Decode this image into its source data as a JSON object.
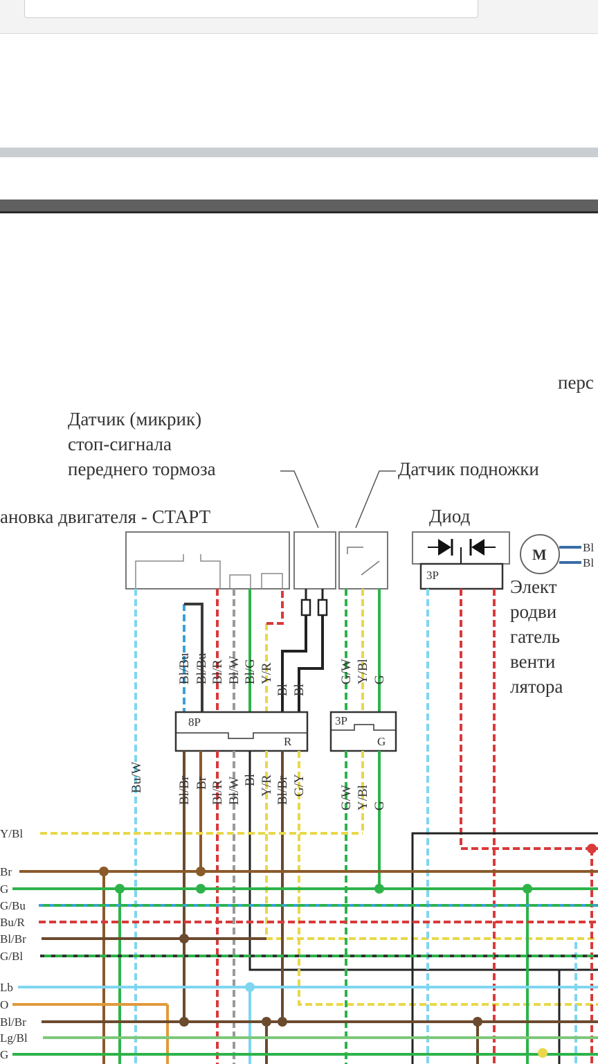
{
  "diagram": {
    "headline_fragment": "перс",
    "brake_sensor": {
      "line1": "Датчик (микрик)",
      "line2": "стоп-сигнала",
      "line3": "переднего тормоза"
    },
    "stand_sensor": "Датчик подножки",
    "engine_start": "ановка двигателя - СТАРТ",
    "diode": "Диод",
    "motor_symbol": "M",
    "motor_label": {
      "l1": "Элект",
      "l2": "родви",
      "l3": "гатель",
      "l4": "венти",
      "l5": "лятора"
    },
    "connectors": {
      "c8p": "8P",
      "c8p_r": "R",
      "c3p_left": "3P",
      "c3p_left_g": "G",
      "c3p_diode": "3P"
    },
    "wires_upper": {
      "w1": "Bl/Bu",
      "w2": "Bl/Bu",
      "w3": "Bl/R",
      "w4": "Bl/W",
      "w5": "Bl/G",
      "w6": "Y/R",
      "w7": "Bl",
      "w8": "Bl",
      "w9": "G/W",
      "w10": "Y/Bl",
      "w11": "G"
    },
    "wires_lower": {
      "bu_w": "Bu/W",
      "w1": "Bl/Br",
      "w2": "Br",
      "w3": "Bl/R",
      "w4": "Bl/W",
      "w5": "Bl",
      "w6": "Y/R",
      "w7": "Bl/Br",
      "w8": "G/Y",
      "w9": "G/W",
      "w10": "Y/Bl",
      "w11": "G"
    },
    "motor_wires": {
      "m1": "Bl",
      "m2": "Bl"
    },
    "rails": [
      {
        "label": "Y/Bl",
        "color": "#e8d84a",
        "style": "dashed"
      },
      {
        "label": "Br",
        "color": "#8b5a2b",
        "style": "solid"
      },
      {
        "label": "G",
        "color": "#2db34a",
        "style": "solid"
      },
      {
        "label": "G/Bu",
        "color": "#2db34a",
        "style": "dashed-blue"
      },
      {
        "label": "Bu/R",
        "color": "#d93a3a",
        "style": "dashed"
      },
      {
        "label": "Bl/Br",
        "color": "#6b4a2e",
        "style": "solid"
      },
      {
        "label": "G/Bl",
        "color": "#2db34a",
        "style": "dashed-dark"
      },
      {
        "label": "Lb",
        "color": "#7fd6f0",
        "style": "solid"
      },
      {
        "label": "O",
        "color": "#e09a3a",
        "style": "solid"
      },
      {
        "label": "Bl/Br",
        "color": "#6b4a2e",
        "style": "solid"
      },
      {
        "label": "Lg/Bl",
        "color": "#7dc87a",
        "style": "solid"
      },
      {
        "label": "G",
        "color": "#2db34a",
        "style": "solid"
      }
    ]
  }
}
